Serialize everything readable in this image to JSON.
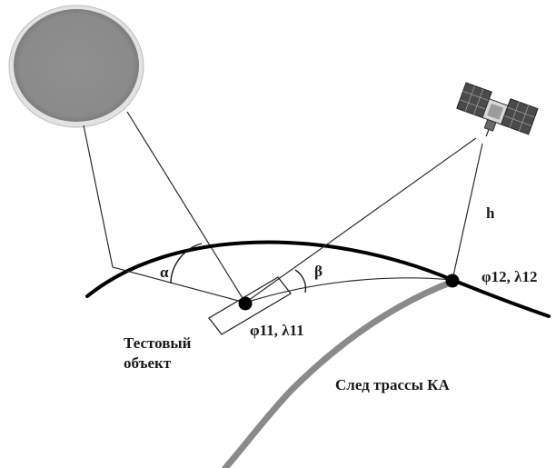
{
  "labels": {
    "alpha": "α",
    "beta": "β",
    "height": "h",
    "point1": "φ11, λ11",
    "point2": "φ12, λ12",
    "test_object_line1": "Тестовый",
    "test_object_line2": "объект",
    "ground_track": "След трассы КА"
  },
  "colors": {
    "sun_fill": "#8c8c8c",
    "sun_rim": "#d4d4d4",
    "earth_line": "#000000",
    "track_line": "#8a8a8a",
    "construction_line": "#2b2b2b"
  },
  "icons": {
    "sun": "sun-disk",
    "satellite": "satellite-icon"
  }
}
